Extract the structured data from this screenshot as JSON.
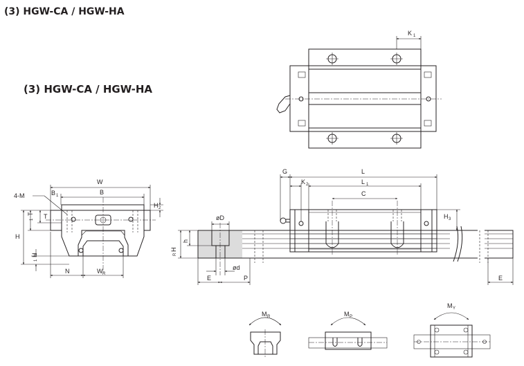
{
  "title_top": "(3) HGW-CA / HGW-HA",
  "title_mid": "(3) HGW-CA / HGW-HA",
  "labels": {
    "K1": "K",
    "K1_sub": "1",
    "W": "W",
    "B": "B",
    "B1": "B",
    "B1_sub": "1",
    "M4": "4-M",
    "T": "T",
    "T1": "T",
    "T1_sub": "1",
    "H": "H",
    "H1": "H",
    "H1_sub": "1",
    "H2": "H",
    "H2_sub": "2",
    "N": "N",
    "WR": "W",
    "WR_sub": "R",
    "G": "G",
    "L": "L",
    "L1": "L",
    "L1_sub": "1",
    "K2": "K",
    "K2_sub": "2",
    "C": "C",
    "H3": "H",
    "H3_sub": "3",
    "phiD": "øD",
    "phid": "ød",
    "h": "h",
    "HR": "H",
    "HR_sub": "R",
    "E_left": "E",
    "P": "P",
    "E_right": "E",
    "MR": "M",
    "MR_sub": "R",
    "MP": "M",
    "MP_sub": "P",
    "MY": "M",
    "MY_sub": "Y"
  }
}
